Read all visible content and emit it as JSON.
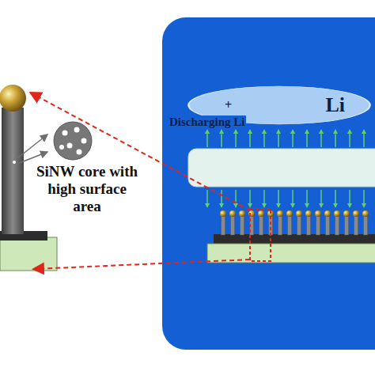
{
  "diagram": {
    "nodes": [
      {
        "text": [
          "+",
          "Li"
        ]
      }
    ],
    "labels": [
      "SiNW core with high surface area",
      "Discharging Li"
    ]
  }
}
